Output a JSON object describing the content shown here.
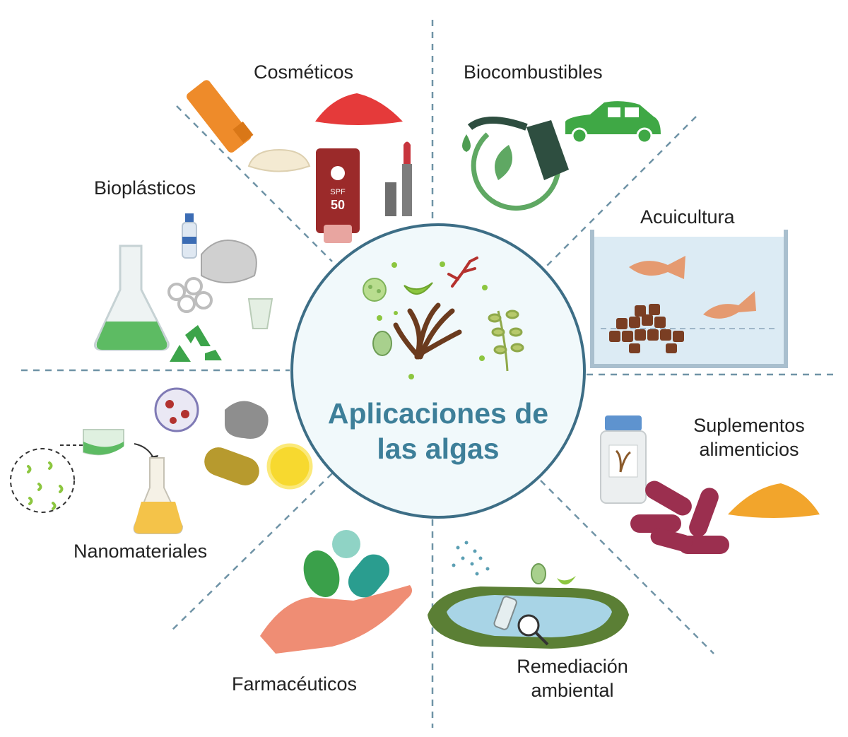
{
  "title": {
    "line1": "Aplicaciones de",
    "line2": "las algas"
  },
  "sectors": {
    "cosmeticos": "Cosméticos",
    "biocombustibles": "Biocombustibles",
    "bioplasticos": "Bioplásticos",
    "acuicultura": "Acuicultura",
    "suplementos_line1": "Suplementos",
    "suplementos_line2": "alimenticios",
    "nanomateriales": "Nanomateriales",
    "farmaceuticos": "Farmacéuticos",
    "remediacion_line1": "Remediación",
    "remediacion_line2": "ambiental"
  },
  "sunscreen": {
    "spf_label": "SPF",
    "spf_value": "50"
  },
  "colors": {
    "title": "#3d7f99",
    "circle_stroke": "#3d6e86",
    "circle_fill": "#f1f9fb",
    "divider": "#6f93a6"
  },
  "icons": [
    "cream-tube-icon",
    "red-powder-icon",
    "sunscreen-bottle-icon",
    "lipstick-icon",
    "fuel-nozzle-icon",
    "car-icon",
    "flask-icon",
    "plastic-bottle-icon",
    "recycle-icon",
    "fish-tank-icon",
    "supplement-jar-icon",
    "capsules-icon",
    "nanoparticle-icon",
    "pills-icon",
    "hand-icon",
    "pond-icon",
    "seaweed-icon",
    "microalgae-icon"
  ]
}
